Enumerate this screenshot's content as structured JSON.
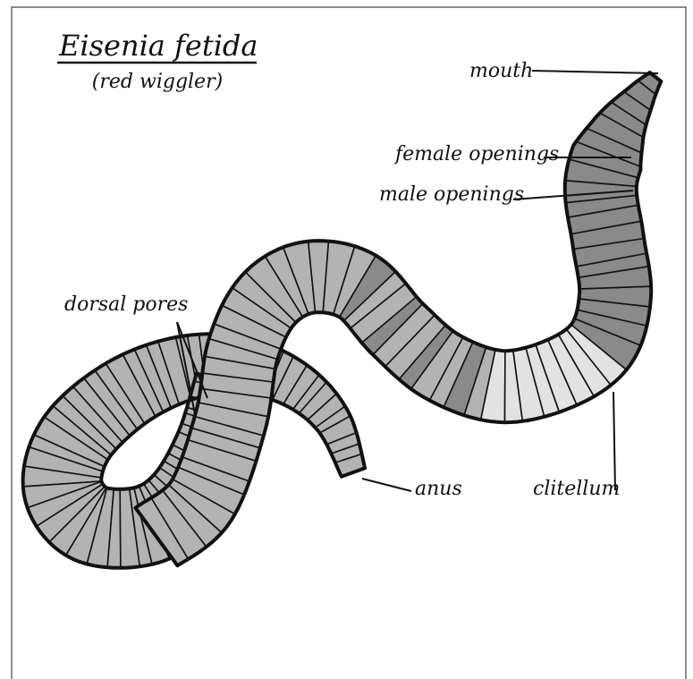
{
  "title": "Eisenia fetida",
  "subtitle": "(red wiggler)",
  "labels": {
    "mouth": "mouth",
    "female_openings": "female openings",
    "male_openings": "male openings",
    "dorsal_pores": "dorsal pores",
    "anus": "anus",
    "clitellum": "clitellum"
  },
  "colors": {
    "body": "#b3b3b3",
    "anterior": "#8a8a8a",
    "clitellum": "#e2e2e2",
    "outline": "#111111"
  }
}
